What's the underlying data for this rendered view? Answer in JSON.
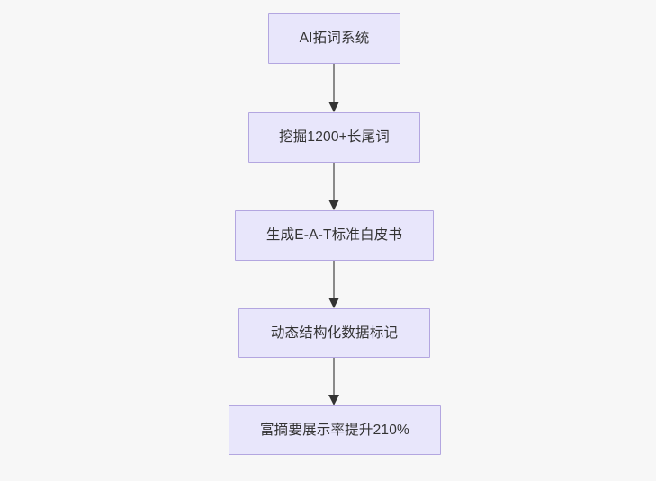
{
  "diagram": {
    "type": "flowchart",
    "direction": "top-to-bottom",
    "background_color": "#f7f7f7",
    "node_fill_color": "#e8e6fb",
    "node_border_color": "#b3a6e0",
    "node_text_color": "#333333",
    "edge_color": "#8a8a8a",
    "arrowhead_color": "#333333",
    "nodes": [
      {
        "id": "n1",
        "label": "AI拓词系统"
      },
      {
        "id": "n2",
        "label": "挖掘1200+长尾词"
      },
      {
        "id": "n3",
        "label": "生成E-A-T标准白皮书"
      },
      {
        "id": "n4",
        "label": "动态结构化数据标记"
      },
      {
        "id": "n5",
        "label": "富摘要展示率提升210%"
      }
    ],
    "edges": [
      {
        "from": "n1",
        "to": "n2",
        "label": ""
      },
      {
        "from": "n2",
        "to": "n3",
        "label": ""
      },
      {
        "from": "n3",
        "to": "n4",
        "label": ""
      },
      {
        "from": "n4",
        "to": "n5",
        "label": ""
      }
    ]
  }
}
